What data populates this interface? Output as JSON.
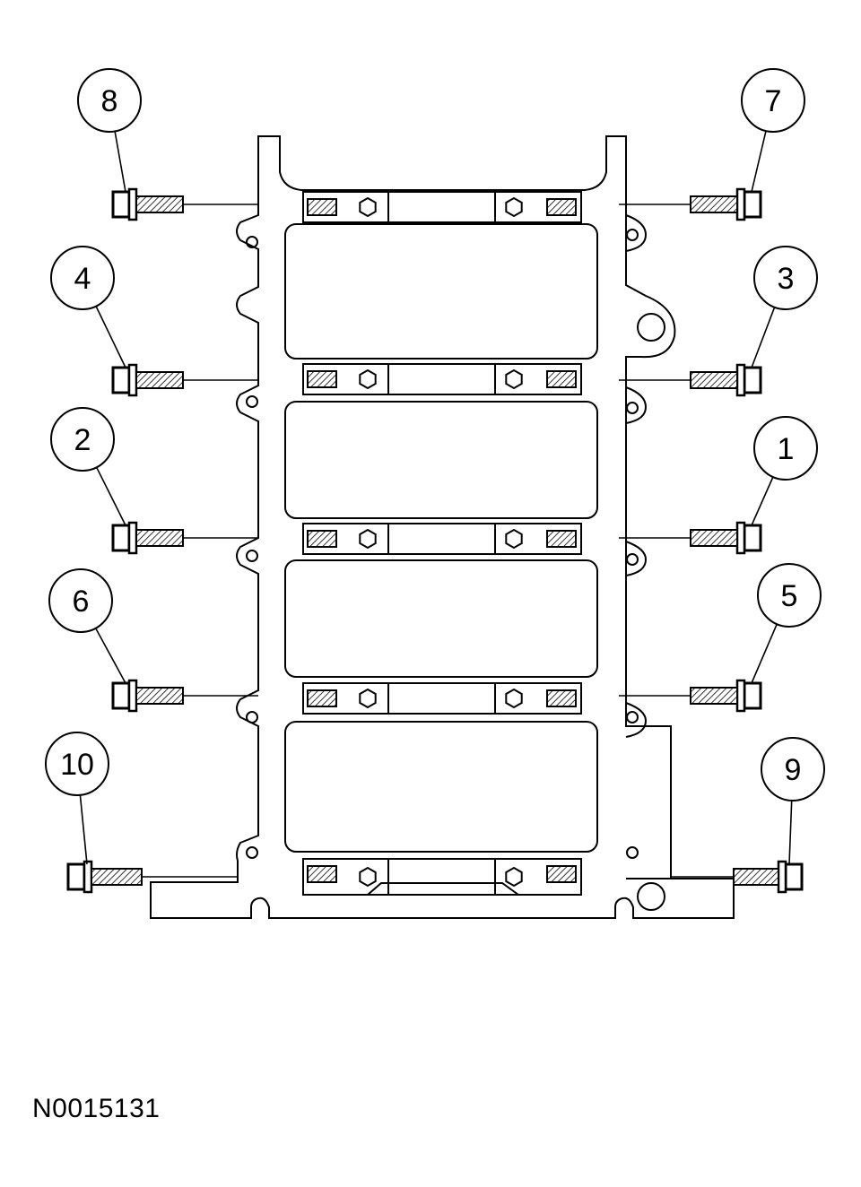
{
  "figure": {
    "reference_code": "N0015131"
  },
  "callouts": [
    {
      "number": "1",
      "side": "right",
      "row": 2
    },
    {
      "number": "2",
      "side": "left",
      "row": 2
    },
    {
      "number": "3",
      "side": "right",
      "row": 1
    },
    {
      "number": "4",
      "side": "left",
      "row": 1
    },
    {
      "number": "5",
      "side": "right",
      "row": 3
    },
    {
      "number": "6",
      "side": "left",
      "row": 3
    },
    {
      "number": "7",
      "side": "right",
      "row": 0
    },
    {
      "number": "8",
      "side": "left",
      "row": 0
    },
    {
      "number": "9",
      "side": "right",
      "row": 4
    },
    {
      "number": "10",
      "side": "left",
      "row": 4
    }
  ],
  "colors": {
    "ink": "#000000",
    "paper": "#ffffff"
  }
}
